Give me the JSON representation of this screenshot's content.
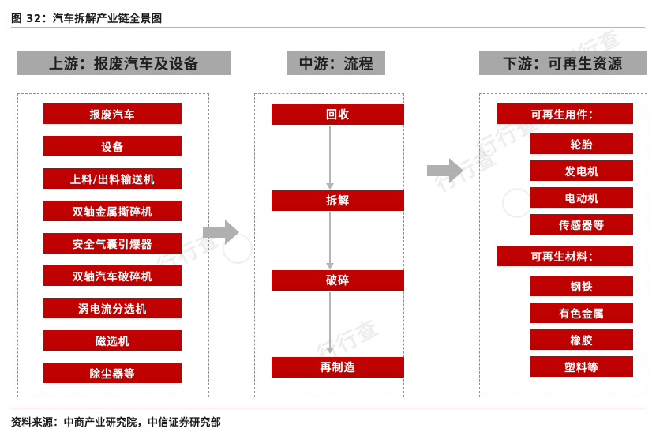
{
  "figure": {
    "title": "图 32：汽车拆解产业链全景图",
    "source": "资料来源：中商产业研究院，中信证券研究部"
  },
  "colors": {
    "chip_red": "#c00000",
    "band_gray": "#a8a8a8",
    "arrow_gray": "#b0b0b0",
    "rule_red": "#e2a3a8",
    "dashed_border": "#8f8f8f"
  },
  "columns": {
    "upstream": {
      "header": "上游：报废汽车及设备",
      "items": [
        "报废汽车",
        "设备",
        "上料/出料输送机",
        "双轴金属撕碎机",
        "安全气囊引爆器",
        "双轴汽车破碎机",
        "涡电流分选机",
        "磁选机",
        "除尘器等"
      ]
    },
    "midstream": {
      "header": "中游：流程",
      "steps": [
        "回收",
        "拆解",
        "破碎",
        "再制造"
      ]
    },
    "downstream": {
      "header": "下游：可再生资源",
      "groups": [
        {
          "title": "可再生用件：",
          "items": [
            "轮胎",
            "发电机",
            "电动机",
            "传感器等"
          ]
        },
        {
          "title": "可再生材料：",
          "items": [
            "钢铁",
            "有色金属",
            "橡胶",
            "塑料等"
          ]
        }
      ]
    }
  },
  "connectors": {
    "upstream_to_midstream": "right-block-arrow",
    "midstream_to_downstream": "right-block-arrow",
    "flow_links": [
      "down-arrow",
      "down-arrow",
      "down-arrow"
    ]
  },
  "watermark": {
    "text": "行行查",
    "marks": [
      "行行查",
      "行行查",
      "行行查",
      "行行查",
      "行行查"
    ]
  }
}
